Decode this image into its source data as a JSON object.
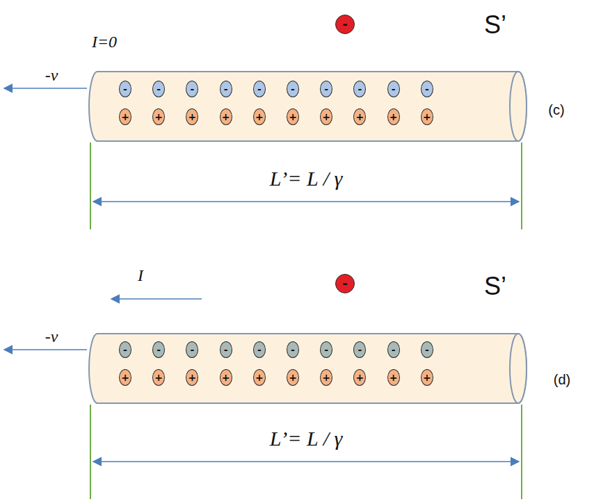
{
  "diagram": {
    "nodes": [
      {
        "text": [
          "-"
        ]
      },
      {
        "text": [
          "-"
        ]
      },
      {
        "text": [
          "-"
        ]
      },
      {
        "text": [
          "-"
        ]
      },
      {
        "text": [
          "-"
        ]
      },
      {
        "text": [
          "-"
        ]
      },
      {
        "text": [
          "-"
        ]
      },
      {
        "text": [
          "-"
        ]
      },
      {
        "text": [
          "-"
        ]
      },
      {
        "text": [
          "-"
        ]
      },
      {
        "text": [
          "-"
        ]
      },
      {
        "text": [
          "+"
        ]
      },
      {
        "text": [
          "+"
        ]
      },
      {
        "text": [
          "+"
        ]
      },
      {
        "text": [
          "+"
        ]
      },
      {
        "text": [
          "+"
        ]
      },
      {
        "text": [
          "+"
        ]
      },
      {
        "text": [
          "+"
        ]
      },
      {
        "text": [
          "+"
        ]
      },
      {
        "text": [
          "+"
        ]
      },
      {
        "text": [
          "+"
        ]
      },
      {
        "text": [
          "-"
        ]
      },
      {
        "text": [
          "-"
        ]
      },
      {
        "text": [
          "-"
        ]
      },
      {
        "text": [
          "-"
        ]
      },
      {
        "text": [
          "-"
        ]
      },
      {
        "text": [
          "-"
        ]
      },
      {
        "text": [
          "-"
        ]
      },
      {
        "text": [
          "-"
        ]
      },
      {
        "text": [
          "-"
        ]
      },
      {
        "text": [
          "-"
        ]
      },
      {
        "text": [
          "-"
        ]
      },
      {
        "text": [
          "+"
        ]
      },
      {
        "text": [
          "+"
        ]
      },
      {
        "text": [
          "+"
        ]
      },
      {
        "text": [
          "+"
        ]
      },
      {
        "text": [
          "+"
        ]
      },
      {
        "text": [
          "+"
        ]
      },
      {
        "text": [
          "+"
        ]
      },
      {
        "text": [
          "+"
        ]
      },
      {
        "text": [
          "+"
        ]
      },
      {
        "text": [
          "+"
        ]
      }
    ],
    "labels": [
      "S’",
      "I=0",
      "-v",
      "L’= L / γ",
      "(c)",
      "S’",
      "I",
      "-v",
      "L’= L / γ",
      "(d)"
    ]
  }
}
